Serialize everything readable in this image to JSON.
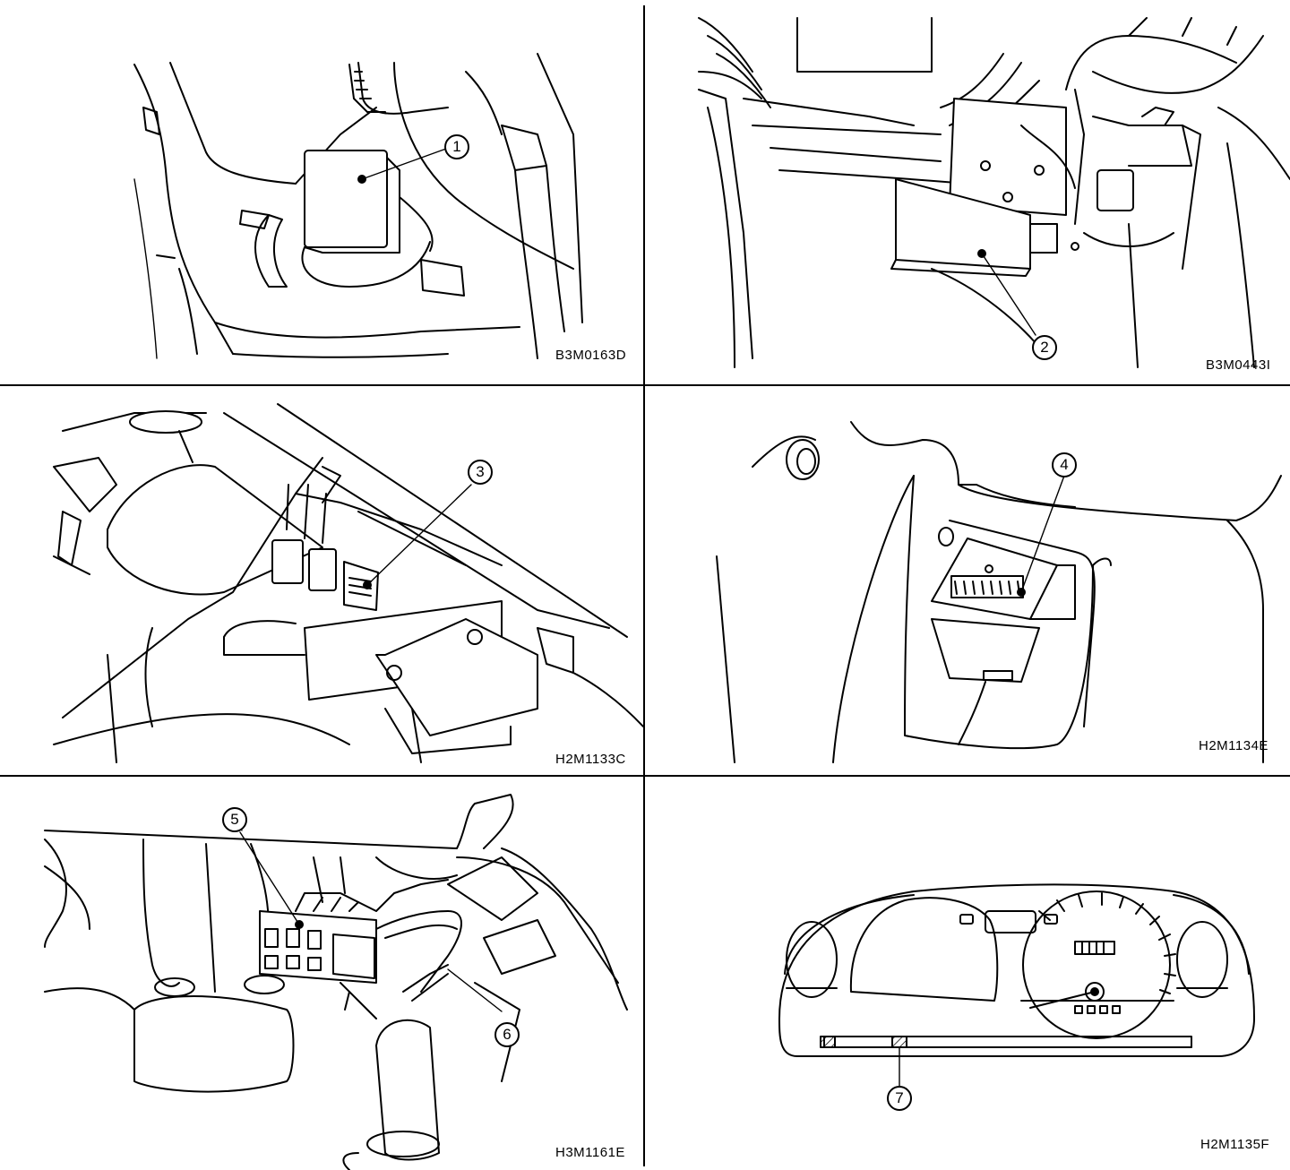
{
  "panels": [
    {
      "id": "upper-left",
      "code": "B3M0163D",
      "callouts": [
        "1"
      ]
    },
    {
      "id": "upper-right",
      "code": "B3M0443I",
      "callouts": [
        "2"
      ]
    },
    {
      "id": "middle-left",
      "code": "H2M1133C",
      "callouts": [
        "3"
      ]
    },
    {
      "id": "middle-right",
      "code": "H2M1134E",
      "callouts": [
        "4"
      ]
    },
    {
      "id": "lower-left",
      "code": "H3M1161E",
      "callouts": [
        "5",
        "6"
      ]
    },
    {
      "id": "lower-right",
      "code": "H2M1135F",
      "callouts": [
        "7"
      ]
    }
  ]
}
